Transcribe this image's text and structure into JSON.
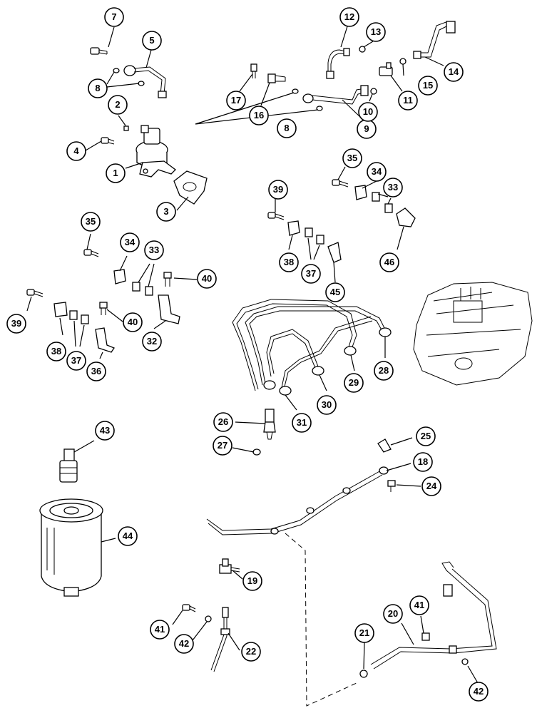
{
  "callouts": [
    {
      "id": "c7",
      "label": "7"
    },
    {
      "id": "c5",
      "label": "5"
    },
    {
      "id": "c8a",
      "label": "8"
    },
    {
      "id": "c2",
      "label": "2"
    },
    {
      "id": "c4",
      "label": "4"
    },
    {
      "id": "c1",
      "label": "1"
    },
    {
      "id": "c3",
      "label": "3"
    },
    {
      "id": "c12",
      "label": "12"
    },
    {
      "id": "c13",
      "label": "13"
    },
    {
      "id": "c14",
      "label": "14"
    },
    {
      "id": "c17",
      "label": "17"
    },
    {
      "id": "c16",
      "label": "16"
    },
    {
      "id": "c8b",
      "label": "8"
    },
    {
      "id": "c9",
      "label": "9"
    },
    {
      "id": "c10",
      "label": "10"
    },
    {
      "id": "c11",
      "label": "11"
    },
    {
      "id": "c15",
      "label": "15"
    },
    {
      "id": "c35a",
      "label": "35"
    },
    {
      "id": "c34a",
      "label": "34"
    },
    {
      "id": "c33a",
      "label": "33"
    },
    {
      "id": "c39a",
      "label": "39"
    },
    {
      "id": "c38a",
      "label": "38"
    },
    {
      "id": "c37a",
      "label": "37"
    },
    {
      "id": "c45",
      "label": "45"
    },
    {
      "id": "c46",
      "label": "46"
    },
    {
      "id": "c35b",
      "label": "35"
    },
    {
      "id": "c34b",
      "label": "34"
    },
    {
      "id": "c33b",
      "label": "33"
    },
    {
      "id": "c40a",
      "label": "40"
    },
    {
      "id": "c39b",
      "label": "39"
    },
    {
      "id": "c40b",
      "label": "40"
    },
    {
      "id": "c32",
      "label": "32"
    },
    {
      "id": "c38b",
      "label": "38"
    },
    {
      "id": "c37b",
      "label": "37"
    },
    {
      "id": "c36",
      "label": "36"
    },
    {
      "id": "c28",
      "label": "28"
    },
    {
      "id": "c29",
      "label": "29"
    },
    {
      "id": "c30",
      "label": "30"
    },
    {
      "id": "c31",
      "label": "31"
    },
    {
      "id": "c26",
      "label": "26"
    },
    {
      "id": "c27",
      "label": "27"
    },
    {
      "id": "c43",
      "label": "43"
    },
    {
      "id": "c44",
      "label": "44"
    },
    {
      "id": "c25",
      "label": "25"
    },
    {
      "id": "c18",
      "label": "18"
    },
    {
      "id": "c24",
      "label": "24"
    },
    {
      "id": "c19",
      "label": "19"
    },
    {
      "id": "c41a",
      "label": "41"
    },
    {
      "id": "c42a",
      "label": "42"
    },
    {
      "id": "c22",
      "label": "22"
    },
    {
      "id": "c20",
      "label": "20"
    },
    {
      "id": "c41b",
      "label": "41"
    },
    {
      "id": "c21",
      "label": "21"
    },
    {
      "id": "c42b",
      "label": "42"
    }
  ]
}
